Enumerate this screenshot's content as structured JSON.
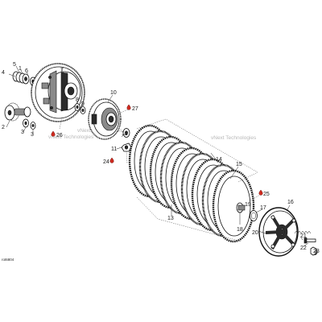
{
  "diagram": {
    "reference_code": "rot6804",
    "watermarks": [
      "vNext Technologies",
      "vNext Technologies",
      "vNext Technologies"
    ],
    "callouts": [
      {
        "id": "c1",
        "text": "1"
      },
      {
        "id": "c2",
        "text": "2"
      },
      {
        "id": "c3",
        "text": "3"
      },
      {
        "id": "c4",
        "text": "4"
      },
      {
        "id": "c5",
        "text": "5"
      },
      {
        "id": "c6",
        "text": "6"
      },
      {
        "id": "c7",
        "text": "7"
      },
      {
        "id": "c8",
        "text": "8"
      },
      {
        "id": "c9",
        "text": "9"
      },
      {
        "id": "c10",
        "text": "10"
      },
      {
        "id": "c11",
        "text": "11"
      },
      {
        "id": "c12",
        "text": "12"
      },
      {
        "id": "c13",
        "text": "13"
      },
      {
        "id": "c14",
        "text": "14"
      },
      {
        "id": "c15",
        "text": "15"
      },
      {
        "id": "c16",
        "text": "16"
      },
      {
        "id": "c17",
        "text": "17"
      },
      {
        "id": "c18",
        "text": "18"
      },
      {
        "id": "c19",
        "text": "19"
      },
      {
        "id": "c20",
        "text": "20"
      },
      {
        "id": "c21",
        "text": "21"
      },
      {
        "id": "c22",
        "text": "22"
      },
      {
        "id": "c23",
        "text": "23"
      },
      {
        "id": "c24",
        "text": "24"
      },
      {
        "id": "c25",
        "text": "25"
      },
      {
        "id": "c26",
        "text": "26"
      },
      {
        "id": "c27",
        "text": "27"
      }
    ],
    "colors": {
      "callout_red": "#d12a1f",
      "line": "#222222",
      "watermark": "#b9b9b9"
    },
    "icons": {
      "sealant_drop": "lubricant-drop-icon"
    }
  }
}
